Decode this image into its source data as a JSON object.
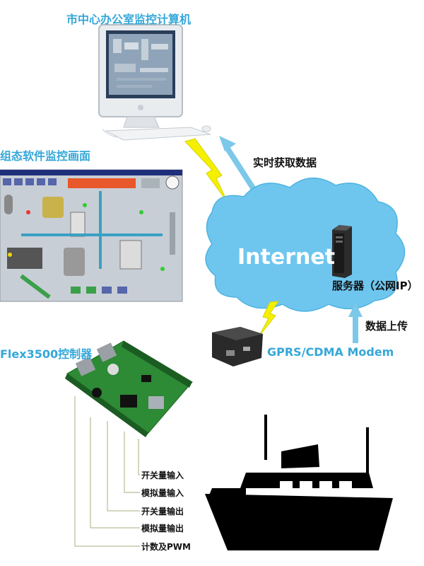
{
  "texts": {
    "office_computer_title": "市中心办公室监控计算机",
    "scada_title": "组态软件监控画面",
    "realtime_label": "实时获取数据",
    "internet_label": "Internet",
    "server_label": "服务器（公网IP）",
    "upload_label": "数据上传",
    "controller_title": "Flex3500控制器",
    "modem_label": "GPRS/CDMA Modem"
  },
  "io_labels": [
    "开关量输入",
    "模拟量输入",
    "开关量输出",
    "模拟量输出",
    "计数及PWM"
  ],
  "colors": {
    "accent": "#35a7d8",
    "cloud": "#6ec6ee",
    "arrow": "#7cc8ea",
    "lightning": "#f4f000",
    "panel": "#c8ced6",
    "pcb": "#2d8a35",
    "ship": "#000000"
  },
  "icons": [
    "monitor-icon",
    "keyboard-icon",
    "scada-screen-icon",
    "cloud-icon",
    "server-icon",
    "modem-icon",
    "controller-board-icon",
    "ship-icon",
    "lightning-icon"
  ]
}
